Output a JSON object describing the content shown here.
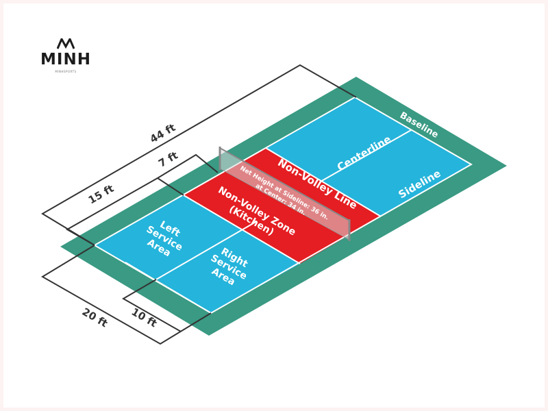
{
  "logo": {
    "word": "MINH",
    "sub": "MINHSPORTS"
  },
  "dimensions": {
    "length": "44 ft",
    "kitchen_depth": "7 ft",
    "service_depth": "15 ft",
    "width": "20 ft",
    "half_width": "10 ft"
  },
  "court_labels": {
    "baseline": "Baseline",
    "centerline": "Centerline",
    "sideline": "Sideline",
    "non_volley_line": "Non-Volley Line",
    "net_height_line1": "Net Height at Sideline: 36 in.",
    "net_height_line2": "at Center: 34 in.",
    "nvz_line1": "Non-Volley Zone",
    "nvz_line2": "(Kitchen)",
    "left_service_line1": "Left",
    "left_service_line2": "Service",
    "left_service_line3": "Area",
    "right_service_line1": "Right",
    "right_service_line2": "Service",
    "right_service_line3": "Area"
  },
  "colors": {
    "surround": "#3a9a83",
    "service": "#25b4db",
    "kitchen": "#e41e22",
    "lines": "#ffffff",
    "dimension_lines": "#333333"
  }
}
